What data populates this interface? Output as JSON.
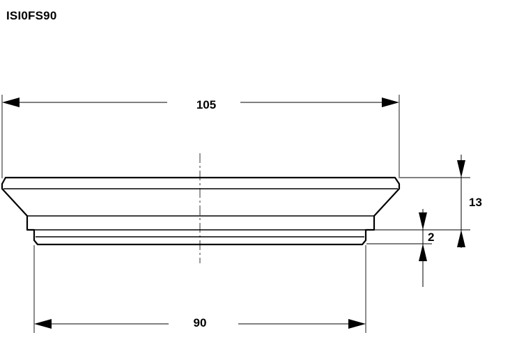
{
  "title": "ISI0FS90",
  "dimensions": {
    "overall_width": "105",
    "base_width": "90",
    "height": "13",
    "step_height": "2"
  },
  "colors": {
    "line": "#000000",
    "background": "#ffffff"
  }
}
